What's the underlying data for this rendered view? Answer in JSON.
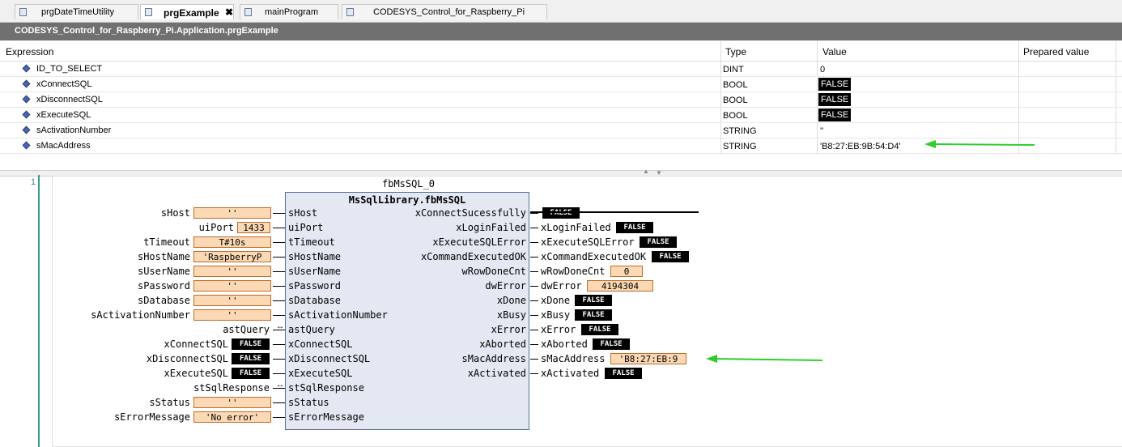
{
  "tabs": [
    {
      "label": "prgDateTimeUtility"
    },
    {
      "label": "prgExample",
      "close": "✖"
    },
    {
      "label": "mainProgram"
    },
    {
      "label": "CODESYS_Control_for_Raspberry_Pi"
    }
  ],
  "path": "CODESYS_Control_for_Raspberry_Pi.Application.prgExample",
  "watch": {
    "headers": {
      "expression": "Expression",
      "type": "Type",
      "value": "Value",
      "prepared": "Prepared value"
    },
    "rows": [
      {
        "expr": "ID_TO_SELECT",
        "type": "DINT",
        "value": "0"
      },
      {
        "expr": "xConnectSQL",
        "type": "BOOL",
        "value": "FALSE"
      },
      {
        "expr": "xDisconnectSQL",
        "type": "BOOL",
        "value": "FALSE"
      },
      {
        "expr": "xExecuteSQL",
        "type": "BOOL",
        "value": "FALSE"
      },
      {
        "expr": "sActivationNumber",
        "type": "STRING",
        "value": "''"
      },
      {
        "expr": "sMacAddress",
        "type": "STRING",
        "value": "'B8:27:EB:9B:54:D4'"
      }
    ]
  },
  "network": {
    "line": "1",
    "instance": "fbMsSQL_0",
    "fbtype": "MsSqlLibrary.fbMsSQL",
    "inputs": [
      {
        "var": "sHost",
        "val": "''",
        "pin": "sHost"
      },
      {
        "var": "uiPort",
        "val": "1433",
        "pin": "uiPort"
      },
      {
        "var": "tTimeout",
        "val": "T#10s",
        "pin": "tTimeout"
      },
      {
        "var": "sHostName",
        "val": "'RaspberryP",
        "pin": "sHostName"
      },
      {
        "var": "sUserName",
        "val": "''",
        "pin": "sUserName"
      },
      {
        "var": "sPassword",
        "val": "''",
        "pin": "sPassword"
      },
      {
        "var": "sDatabase",
        "val": "''",
        "pin": "sDatabase"
      },
      {
        "var": "sActivationNumber",
        "val": "''",
        "pin": "sActivationNumber"
      },
      {
        "var": "astQuery",
        "val": "",
        "pin": "astQuery"
      },
      {
        "var": "xConnectSQL",
        "val": "FALSE",
        "pin": "xConnectSQL"
      },
      {
        "var": "xDisconnectSQL",
        "val": "FALSE",
        "pin": "xDisconnectSQL"
      },
      {
        "var": "xExecuteSQL",
        "val": "FALSE",
        "pin": "xExecuteSQL"
      },
      {
        "var": "stSqlResponse",
        "val": "",
        "pin": "stSqlResponse"
      },
      {
        "var": "sStatus",
        "val": "''",
        "pin": "sStatus"
      },
      {
        "var": "sErrorMessage",
        "val": "'No error'",
        "pin": "sErrorMessage"
      }
    ],
    "outputs": [
      {
        "pin": "xConnectSucessfully",
        "var": "",
        "val": "FALSE"
      },
      {
        "pin": "xLoginFailed",
        "var": "xLoginFailed",
        "val": "FALSE"
      },
      {
        "pin": "xExecuteSQLError",
        "var": "xExecuteSQLError",
        "val": "FALSE"
      },
      {
        "pin": "xCommandExecutedOK",
        "var": "xCommandExecutedOK",
        "val": "FALSE"
      },
      {
        "pin": "wRowDoneCnt",
        "var": "wRowDoneCnt",
        "val": "0"
      },
      {
        "pin": "dwError",
        "var": "dwError",
        "val": "4194304"
      },
      {
        "pin": "xDone",
        "var": "xDone",
        "val": "FALSE"
      },
      {
        "pin": "xBusy",
        "var": "xBusy",
        "val": "FALSE"
      },
      {
        "pin": "xError",
        "var": "xError",
        "val": "FALSE"
      },
      {
        "pin": "xAborted",
        "var": "xAborted",
        "val": "FALSE"
      },
      {
        "pin": "sMacAddress",
        "var": "sMacAddress",
        "val": "'B8:27:EB:9"
      },
      {
        "pin": "xActivated",
        "var": "xActivated",
        "val": "FALSE"
      }
    ]
  },
  "colors": {
    "annotation_arrow": "#2ecc2e",
    "titlebar": "#707070",
    "fb_fill": "#e3e8f2",
    "io_fill": "#fad9b4"
  }
}
